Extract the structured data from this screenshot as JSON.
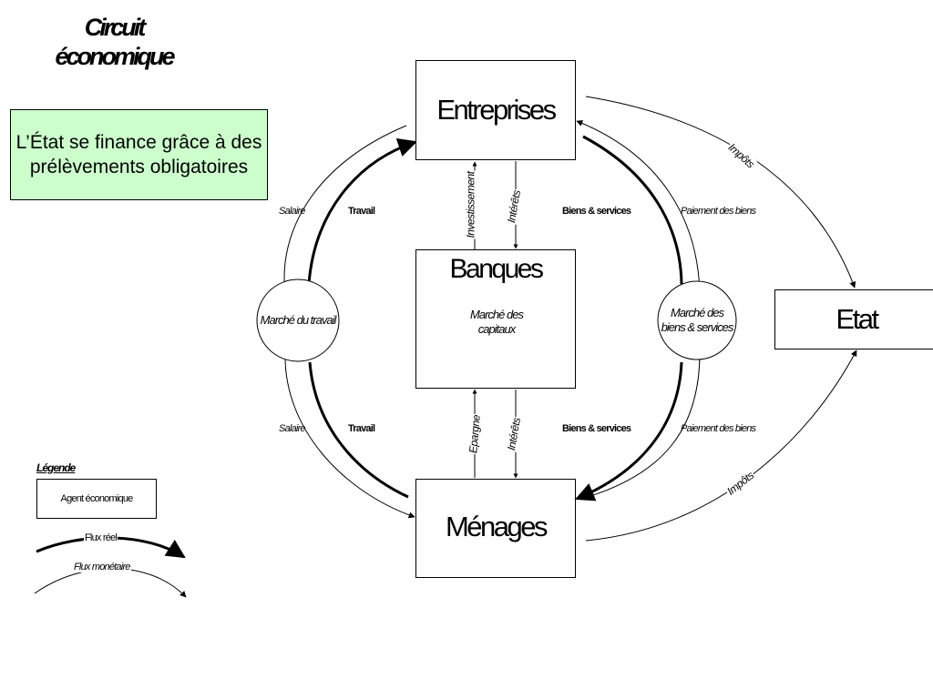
{
  "title": {
    "line1": "Circuit",
    "line2": "économique"
  },
  "note": "L’État se finance grâce à des prélèvements obligatoires",
  "agents": {
    "entreprises": "Entreprises",
    "banques": "Banques",
    "menages": "Ménages",
    "etat": "Etat"
  },
  "markets": {
    "travail": "Marché du travail",
    "capitaux": "Marché des capitaux",
    "biens": "Marché des biens & services"
  },
  "flows": {
    "salaire_top": "Salaire",
    "travail_top": "Travail",
    "biens_top": "Biens & services",
    "paiement_top": "Paiement des biens",
    "salaire_bottom": "Salaire",
    "travail_bottom": "Travail",
    "biens_bottom": "Biens & services",
    "paiement_bottom": "Paiement des biens",
    "investissement": "Investissement",
    "interets_top": "Intérêts",
    "epargne": "Epargne",
    "interets_bottom": "Intérêts",
    "impots_top": "Impôts",
    "impots_bottom": "Impôts"
  },
  "legend": {
    "title": "Légende",
    "agent": "Agent économique",
    "flux_reel": "Flux réel",
    "flux_monetaire": "Flux monétaire"
  }
}
